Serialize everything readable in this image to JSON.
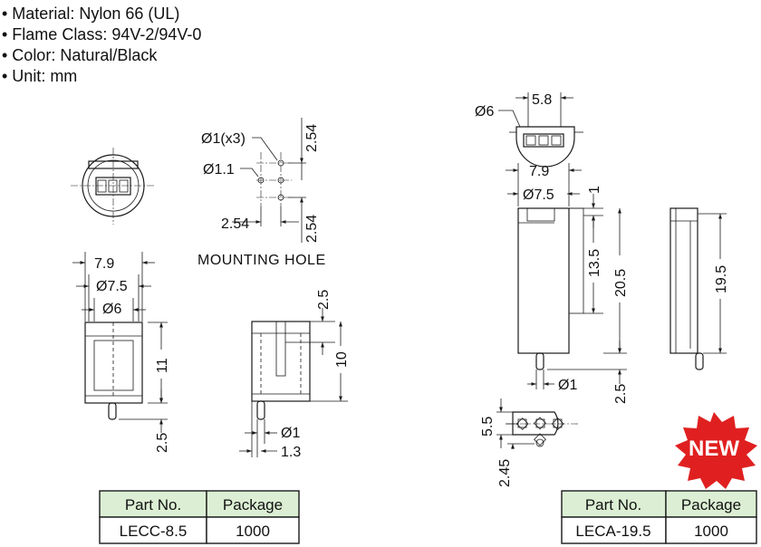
{
  "specs": [
    "• Material: Nylon 66 (UL)",
    "• Flame Class: 94V-2/94V-0",
    "• Color: Natural/Black",
    "• Unit: mm"
  ],
  "colors": {
    "line": "#1a1a1a",
    "table_header_fill": "#dcefd4",
    "table_border": "#1a1a1a",
    "badge_red": "#e02020",
    "badge_text": "#ffffff"
  },
  "mounting": {
    "caption": "MOUNTING HOLE",
    "dim_hole_x3": "Ø1(x3)",
    "dim_hole_center": "Ø1.1",
    "dim_pitch_h": "2.54",
    "dim_pitch_v_top": "2.54",
    "dim_pitch_v_bottom": "2.54"
  },
  "lecc": {
    "dim_width_outer": "7.9",
    "dim_dia_75": "Ø7.5",
    "dim_dia_6": "Ø6",
    "dim_height": "11",
    "dim_lead": "2.5",
    "side_dim_top": "2.5",
    "side_dim_height": "10",
    "side_dim_pin": "Ø1",
    "side_dim_pin_offset": "1.3"
  },
  "leca": {
    "top_dim_dia": "Ø6",
    "top_dim_width": "5.8",
    "dim_width_outer": "7.9",
    "dim_dia_75": "Ø7.5",
    "dim_top_1": "1",
    "dim_135": "13.5",
    "dim_205": "20.5",
    "dim_195": "19.5",
    "dim_pin": "Ø1",
    "dim_lead": "2.5",
    "bottom_dim_55": "5.5",
    "bottom_dim_245": "2.45"
  },
  "badge": {
    "label": "NEW"
  },
  "table_left": {
    "headers": [
      "Part No.",
      "Package"
    ],
    "row": [
      "LECC-8.5",
      "1000"
    ]
  },
  "table_right": {
    "headers": [
      "Part No.",
      "Package"
    ],
    "row": [
      "LECA-19.5",
      "1000"
    ]
  }
}
